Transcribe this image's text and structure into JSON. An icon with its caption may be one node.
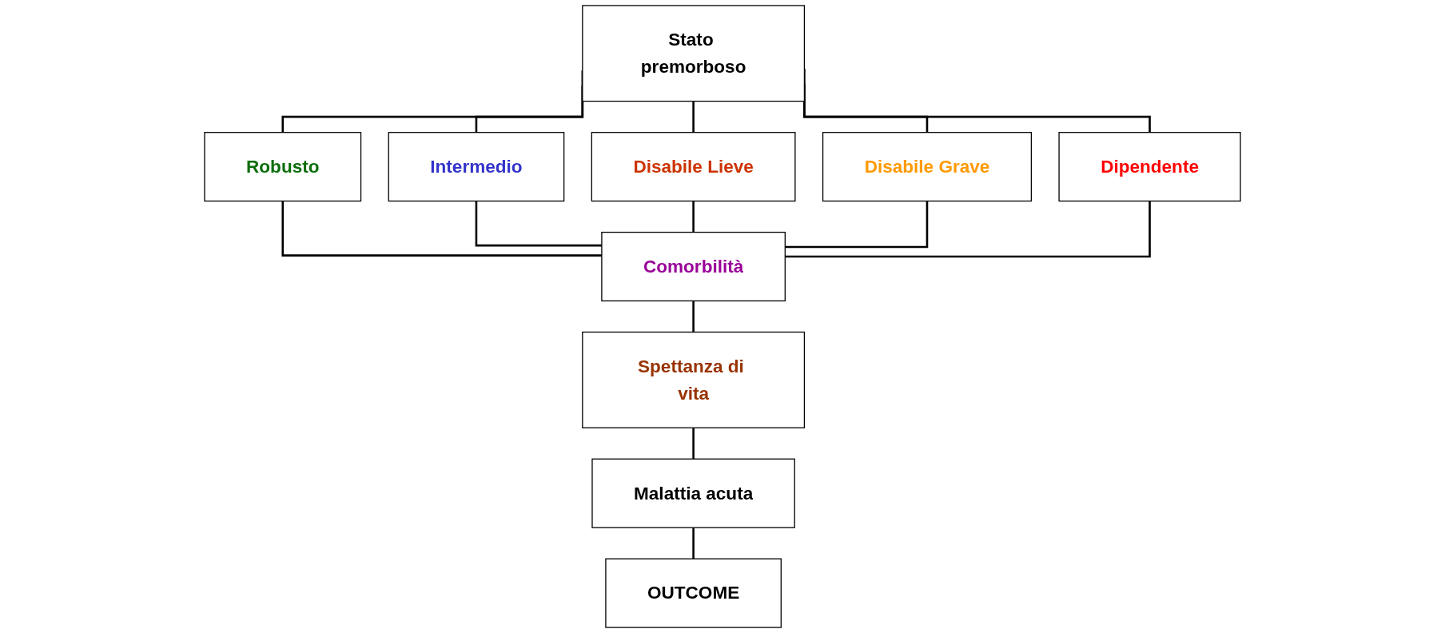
{
  "diagram": {
    "nodes": [
      {
        "text": [
          "Stato premorboso"
        ]
      },
      {
        "text": [
          "Robusto"
        ]
      },
      {
        "text": [
          "Intermedio"
        ]
      },
      {
        "text": [
          "Disabile Lieve"
        ]
      },
      {
        "text": [
          "Disabile Grave"
        ]
      },
      {
        "text": [
          "Dipendente"
        ]
      },
      {
        "text": [
          "Comorbilità"
        ]
      },
      {
        "text": [
          "Spettanza di vita"
        ]
      },
      {
        "text": [
          "Malattia acuta"
        ]
      },
      {
        "text": [
          "OUTCOME"
        ]
      }
    ],
    "edges": [
      {
        "from": 0,
        "to": 1,
        "arrow": "none"
      },
      {
        "from": 0,
        "to": 2,
        "arrow": "none"
      },
      {
        "from": 0,
        "to": 3,
        "arrow": "none"
      },
      {
        "from": 0,
        "to": 4,
        "arrow": "none"
      },
      {
        "from": 0,
        "to": 5,
        "arrow": "none"
      },
      {
        "from": 1,
        "to": 6,
        "arrow": "none"
      },
      {
        "from": 2,
        "to": 6,
        "arrow": "none"
      },
      {
        "from": 3,
        "to": 6,
        "arrow": "none"
      },
      {
        "from": 4,
        "to": 6,
        "arrow": "none"
      },
      {
        "from": 5,
        "to": 6,
        "arrow": "none"
      },
      {
        "from": 6,
        "to": 7,
        "arrow": "none"
      },
      {
        "from": 7,
        "to": 8,
        "arrow": "none"
      },
      {
        "from": 8,
        "to": 9,
        "arrow": "none"
      }
    ]
  }
}
